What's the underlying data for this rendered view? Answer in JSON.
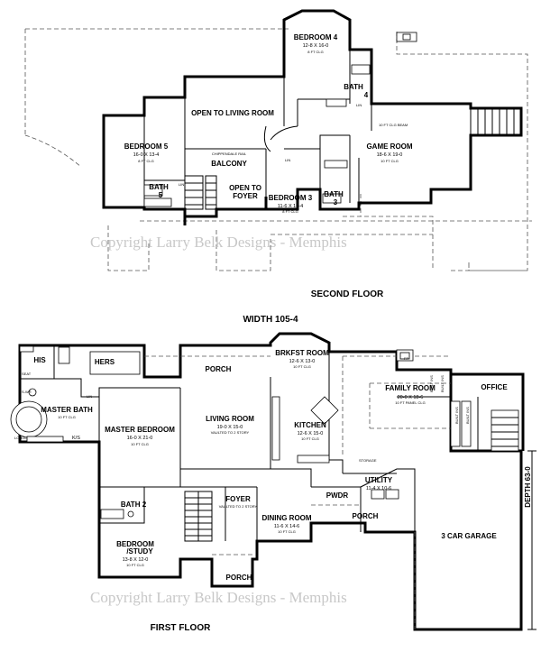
{
  "second_floor": {
    "caption": "SECOND FLOOR",
    "rooms": [
      {
        "name": "BEDROOM 4",
        "dims": "12-8 X 16-0",
        "note": "8 FT CLG"
      },
      {
        "name": "OPEN TO LIVING ROOM"
      },
      {
        "name": "BATH",
        "extra": "4"
      },
      {
        "name": "BEDROOM 5",
        "dims": "16-0 X 13-4",
        "note": "8 FT CLG"
      },
      {
        "name": "BALCONY",
        "note": "CHIPPENDALE RAIL"
      },
      {
        "name": "GAME ROOM",
        "dims": "18-6 X 19-0",
        "note": "10 FT CLG"
      },
      {
        "name": "OPEN TO",
        "extra": "FOYER"
      },
      {
        "name": "BEDROOM 3",
        "dims": "11-6 X 14-4",
        "note": "8 FT CLG"
      },
      {
        "name": "BATH",
        "extra": "3"
      },
      {
        "name": "BATH",
        "extra": "5"
      }
    ],
    "small": [
      "LIN",
      "LIN",
      "LIN",
      "10 FT CLG BEAM"
    ]
  },
  "first_floor": {
    "caption": "FIRST FLOOR",
    "width": "WIDTH 105-4",
    "depth": "DEPTH 63-0",
    "rooms": [
      {
        "name": "HIS"
      },
      {
        "name": "HERS"
      },
      {
        "name": "PORCH"
      },
      {
        "name": "BRKFST ROOM",
        "dims": "12-6 X 13-0",
        "note": "10 FT CLG"
      },
      {
        "name": "FAMILY ROOM",
        "dims": "20-0 X 18-6",
        "note": "10 FT PANEL CLG"
      },
      {
        "name": "OFFICE"
      },
      {
        "name": "MASTER BATH",
        "note": "10 FT CLG"
      },
      {
        "name": "MASTER BEDROOM",
        "dims": "16-0 X 21-0",
        "note": "10 FT CLG"
      },
      {
        "name": "LIVING ROOM",
        "dims": "19-0 X 15-0",
        "note": "VAULTED TO 2 STORY"
      },
      {
        "name": "KITCHEN",
        "dims": "12-6 X 15-0",
        "note": "10 FT CLG"
      },
      {
        "name": "UTILITY",
        "dims": "11-4 X 10-6"
      },
      {
        "name": "BATH 2"
      },
      {
        "name": "FOYER",
        "note": "VAULTED TO 2 STORY"
      },
      {
        "name": "DINING ROOM",
        "dims": "11-6 X 14-6",
        "note": "10 FT CLG"
      },
      {
        "name": "PWDR"
      },
      {
        "name": "PORCH"
      },
      {
        "name": "3 CAR GARAGE"
      },
      {
        "name": "BEDROOM",
        "extra": "/STUDY",
        "dims": "13-8 X 12-0",
        "note": "10 FT CLG"
      },
      {
        "name": "PORCH"
      }
    ],
    "small": [
      "SEAT",
      "S-WR",
      "LIN",
      "LODGE",
      "K/S",
      "FP",
      "STORAGE",
      "BUILT INS",
      "BUILT INS",
      "BUILT INS",
      "BUILT INS"
    ]
  },
  "watermark": "Copyright Larry Belk Designs - Memphis"
}
